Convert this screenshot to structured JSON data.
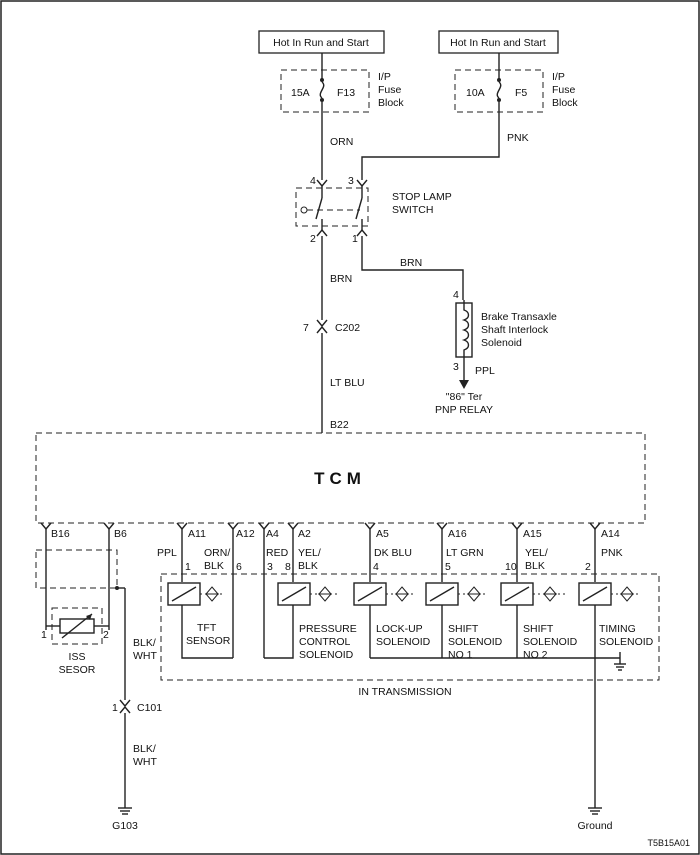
{
  "supplies": [
    {
      "label": "Hot In Run and Start"
    },
    {
      "label": "Hot In Run and Start"
    }
  ],
  "fuses": [
    {
      "rating": "15A",
      "id": "F13",
      "block_label": [
        "I/P",
        "Fuse",
        "Block"
      ]
    },
    {
      "rating": "10A",
      "id": "F5",
      "block_label": [
        "I/P",
        "Fuse",
        "Block"
      ]
    }
  ],
  "wires": {
    "orn": "ORN",
    "pnk": "PNK",
    "brn_left": "BRN",
    "brn_right": "BRN",
    "lt_blu": "LT BLU",
    "ppl_relay": "PPL",
    "blk_wht_top": [
      "BLK/",
      "WHT"
    ],
    "blk_wht_bottom": [
      "BLK/",
      "WHT"
    ]
  },
  "stop_lamp_switch": {
    "label": [
      "STOP LAMP",
      "SWITCH"
    ],
    "pins": {
      "top_left": "4",
      "top_right": "3",
      "bottom_left": "2",
      "bottom_right": "1"
    }
  },
  "connector_c202": {
    "pin": "7",
    "label": "C202"
  },
  "interlock_solenoid": {
    "label": [
      "Brake Transaxle",
      "Shaft Interlock",
      "Solenoid"
    ],
    "pin_top": "4",
    "pin_bottom": "3"
  },
  "relay": {
    "label": [
      "\"86\" Ter",
      "PNP RELAY"
    ]
  },
  "tcm": {
    "label": "TCM",
    "pin_top": "B22"
  },
  "tcm_pins": [
    "B16",
    "B6",
    "A11",
    "A12",
    "A4",
    "A2",
    "A5",
    "A16",
    "A15",
    "A14"
  ],
  "harness_wires": [
    "PPL",
    "ORN/",
    "BLK",
    "RED",
    "YEL/",
    "BLK",
    "DK BLU",
    "LT GRN",
    "YEL/",
    "BLK",
    "PNK"
  ],
  "transmission_pins": [
    "1",
    "6",
    "3",
    "8",
    "4",
    "5",
    "10",
    "2"
  ],
  "components": [
    {
      "label": [
        "TFT",
        "SENSOR"
      ]
    },
    {
      "label": [
        "PRESSURE",
        "CONTROL",
        "SOLENOID"
      ]
    },
    {
      "label": [
        "LOCK-UP",
        "SOLENOID"
      ]
    },
    {
      "label": [
        "SHIFT",
        "SOLENOID",
        "NO 1"
      ]
    },
    {
      "label": [
        "SHIFT",
        "SOLENOID",
        "NO 2"
      ]
    },
    {
      "label": [
        "TIMING",
        "SOLENOID"
      ]
    }
  ],
  "in_transmission": "IN TRANSMISSION",
  "iss_sensor": {
    "label": [
      "ISS",
      "SESOR"
    ],
    "pin_left": "1",
    "pin_right": "2"
  },
  "connector_c101": {
    "pin": "1",
    "label": "C101"
  },
  "grounds": {
    "g103": "G103",
    "ground": "Ground"
  },
  "figure_code": "T5B15A01"
}
